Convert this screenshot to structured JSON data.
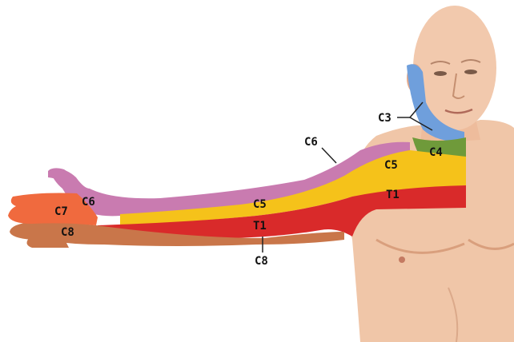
{
  "colors": {
    "background": "#ffffff",
    "skin": "#f0c6a8",
    "skin_shadow": "#d99f7d",
    "c3": "#6f9fdc",
    "c4": "#6f9a3a",
    "c5": "#f5c21a",
    "c6": "#c97bb0",
    "c7": "#f06a3e",
    "c8": "#c9764a",
    "t1": "#d92a2a",
    "leader_line": "#222222"
  },
  "labels": {
    "c3": "C3",
    "c4": "C4",
    "c5_shoulder": "C5",
    "c5_arm": "C5",
    "c6_upper": "C6",
    "c6_hand": "C6",
    "c7": "C7",
    "c8_hand": "C8",
    "c8_lower": "C8",
    "t1_chest": "T1",
    "t1_arm": "T1"
  }
}
